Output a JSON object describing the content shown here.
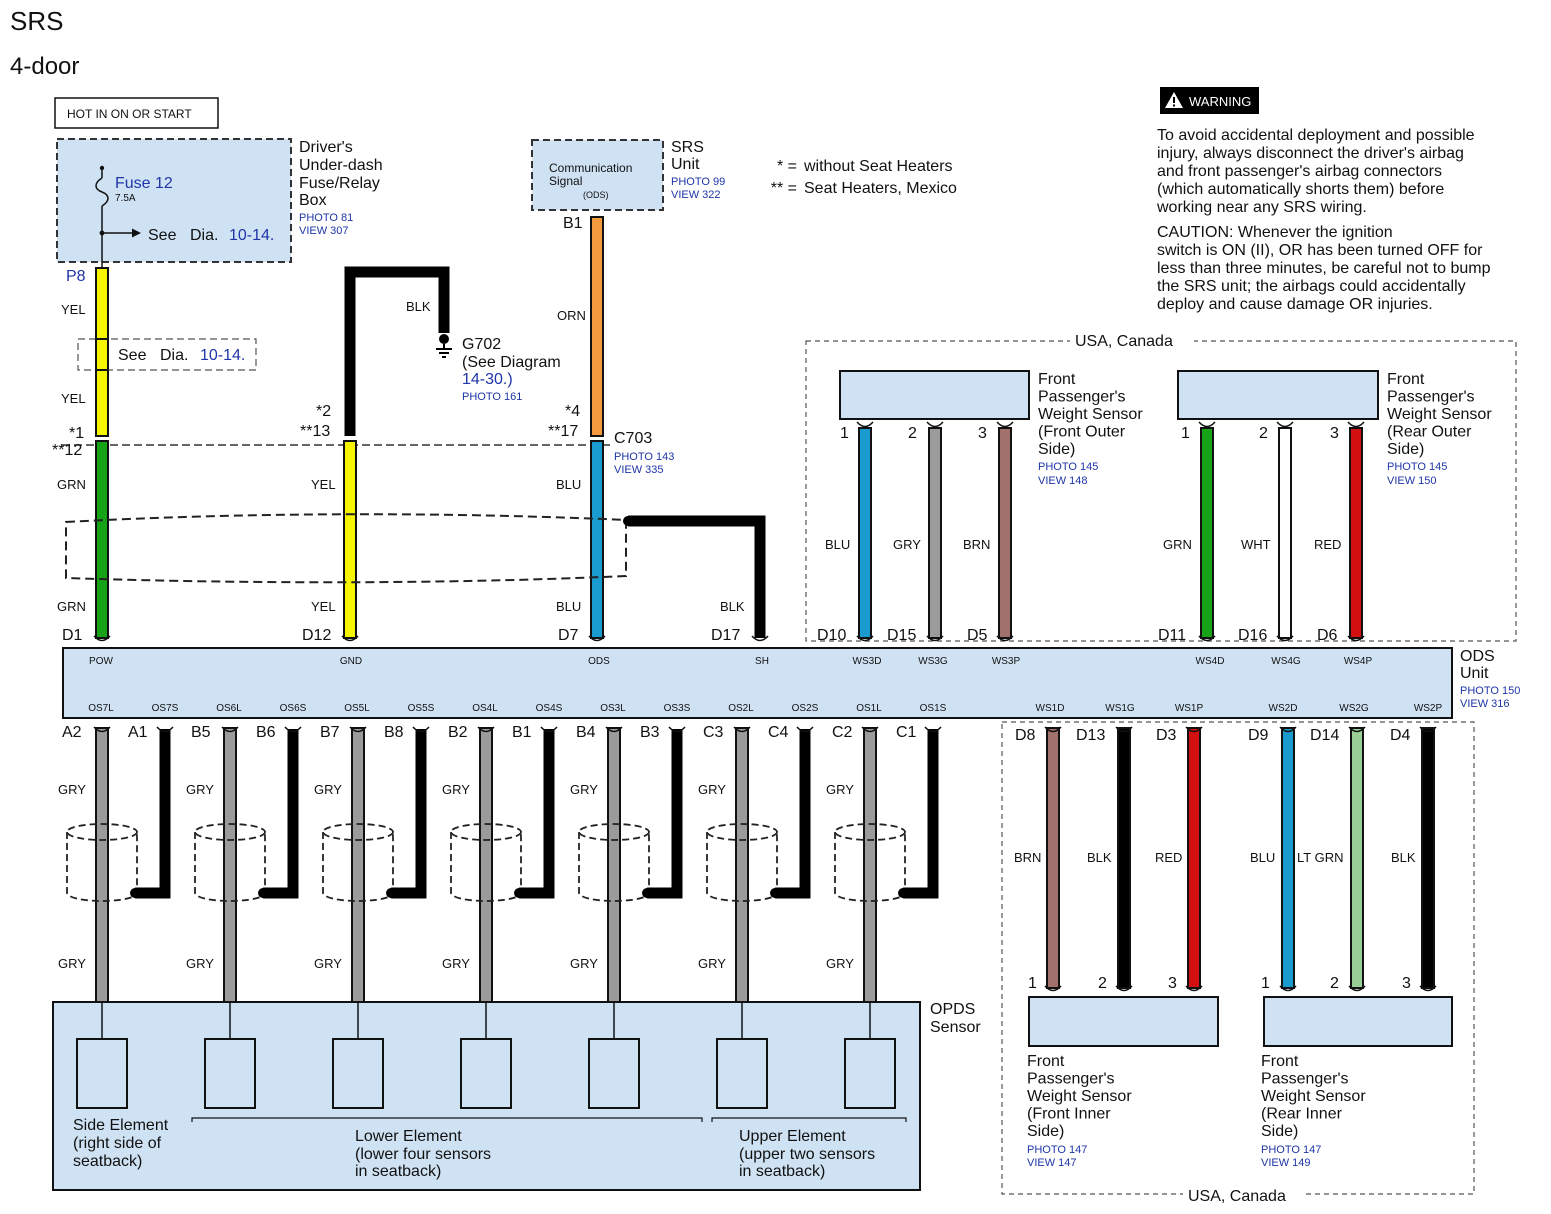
{
  "title": "SRS",
  "subtitle": "4-door",
  "hot_label": "HOT IN ON OR START",
  "fuse_box": {
    "name_lines": [
      "Driver's",
      "Under-dash",
      "Fuse/Relay",
      "Box"
    ],
    "photo": "PHOTO 81",
    "view": "VIEW 307",
    "fuse_name": "Fuse 12",
    "fuse_rating": "7.5A",
    "see_text": "See",
    "see_dia": "Dia.",
    "see_ref": "10-14.",
    "pin": "P8"
  },
  "srs_unit": {
    "name_lines": [
      "SRS",
      "Unit"
    ],
    "photo": "PHOTO 99",
    "view": "VIEW 322",
    "signal_line1": "Communication",
    "signal_line2": "Signal",
    "signal_line3": "(ODS)",
    "pin": "B1"
  },
  "legend": {
    "star1_key": "* =",
    "star1_text": "without Seat Heaters",
    "star2_key": "** =",
    "star2_text": "Seat Heaters, Mexico"
  },
  "warning": {
    "badge": "WARNING",
    "lines": [
      "To avoid accidental deployment and possible",
      "injury, always disconnect the driver's airbag",
      "and front passenger's airbag connectors",
      "(which automatically shorts them) before",
      "working near any SRS wiring."
    ],
    "caution_lines": [
      "CAUTION: Whenever the ignition",
      "switch is ON (II), OR has been turned OFF for",
      "less than three minutes, be careful not to bump",
      "the SRS unit; the airbags could accidentally",
      "deploy and cause damage OR injuries."
    ]
  },
  "ground": {
    "name": "G702",
    "ref_line1": "(See Diagram",
    "ref_line2": "14-30.)",
    "photo": "PHOTO 161",
    "wire": "BLK"
  },
  "connector_c703": {
    "name": "C703",
    "photo": "PHOTO 143",
    "view": "VIEW 335"
  },
  "see_box": {
    "see": "See",
    "dia": "Dia.",
    "ref": "10-14."
  },
  "upper_wires": {
    "yel_top": "YEL",
    "yel_mid": "YEL",
    "orn": "ORN",
    "pin_star1": "*1",
    "pin_star12": "**12",
    "pin_star2": "*2",
    "pin_star13": "**13",
    "pin_star4": "*4",
    "pin_star17": "**17",
    "grn1": "GRN",
    "grn2": "GRN",
    "yel2a": "YEL",
    "yel2b": "YEL",
    "blu1": "BLU",
    "blu2": "BLU",
    "blk_sh": "BLK",
    "d1": "D1",
    "d12": "D12",
    "d7": "D7",
    "d17": "D17"
  },
  "usa_canada_top": "USA, Canada",
  "usa_canada_bottom": "USA, Canada",
  "sensor_front_outer": {
    "name_lines": [
      "Front",
      "Passenger's",
      "Weight Sensor",
      "(Front Outer",
      "Side)"
    ],
    "photo": "PHOTO 145",
    "view": "VIEW 148",
    "pins": [
      "1",
      "2",
      "3"
    ],
    "wires": [
      "BLU",
      "GRY",
      "BRN"
    ],
    "ods_pins": [
      "D10",
      "D15",
      "D5"
    ]
  },
  "sensor_rear_outer": {
    "name_lines": [
      "Front",
      "Passenger's",
      "Weight Sensor",
      "(Rear Outer",
      "Side)"
    ],
    "photo": "PHOTO 145",
    "view": "VIEW 150",
    "pins": [
      "1",
      "2",
      "3"
    ],
    "wires": [
      "GRN",
      "WHT",
      "RED"
    ],
    "ods_pins": [
      "D11",
      "D16",
      "D6"
    ]
  },
  "ods_unit": {
    "name_lines": [
      "ODS",
      "Unit"
    ],
    "photo": "PHOTO 150",
    "view": "VIEW 316",
    "top_labels": [
      "POW",
      "GND",
      "ODS",
      "SH",
      "WS3D",
      "WS3G",
      "WS3P",
      "WS4D",
      "WS4G",
      "WS4P"
    ],
    "bottom_labels": [
      "OS7L",
      "OS7S",
      "OS6L",
      "OS6S",
      "OS5L",
      "OS5S",
      "OS4L",
      "OS4S",
      "OS3L",
      "OS3S",
      "OS2L",
      "OS2S",
      "OS1L",
      "OS1S",
      "WS1D",
      "WS1G",
      "WS1P",
      "WS2D",
      "WS2G",
      "WS2P"
    ]
  },
  "os_pins": [
    "A2",
    "A1",
    "B5",
    "B6",
    "B7",
    "B8",
    "B2",
    "B1",
    "B4",
    "B3",
    "C3",
    "C4",
    "C2",
    "C1"
  ],
  "gry_label": "GRY",
  "opds": {
    "name_lines": [
      "OPDS",
      "Sensor"
    ],
    "side_lines": [
      "Side Element",
      "(right side of",
      "seatback)"
    ],
    "lower_lines": [
      "Lower Element",
      "(lower four sensors",
      "in seatback)"
    ],
    "upper_lines": [
      "Upper Element",
      "(upper two sensors",
      "in seatback)"
    ]
  },
  "sensor_front_inner": {
    "name_lines": [
      "Front",
      "Passenger's",
      "Weight Sensor",
      "(Front Inner",
      "Side)"
    ],
    "photo": "PHOTO 147",
    "view": "VIEW 147",
    "pins": [
      "1",
      "2",
      "3"
    ],
    "wires": [
      "BRN",
      "BLK",
      "RED"
    ],
    "ods_pins": [
      "D8",
      "D13",
      "D3"
    ]
  },
  "sensor_rear_inner": {
    "name_lines": [
      "Front",
      "Passenger's",
      "Weight Sensor",
      "(Rear Inner",
      "Side)"
    ],
    "photo": "PHOTO 147",
    "view": "VIEW 149",
    "pins": [
      "1",
      "2",
      "3"
    ],
    "wires": [
      "BLU",
      "LT GRN",
      "BLK"
    ],
    "ods_pins": [
      "D9",
      "D14",
      "D4"
    ]
  },
  "colors": {
    "box_fill": "#cfe2f3",
    "yel": "#f5f500",
    "grn": "#17a317",
    "blu": "#1a9bd0",
    "orn": "#f39a3c",
    "gry": "#9b9b9b",
    "brn": "#a0706c",
    "red": "#d40f0f",
    "ltgrn": "#98d098",
    "blk": "#000000",
    "ref_blue": "#1f35a8"
  },
  "icons": [
    "warning-triangle-icon",
    "ground-symbol-icon",
    "fuse-icon",
    "arrow-right-icon",
    "shield-icon"
  ]
}
